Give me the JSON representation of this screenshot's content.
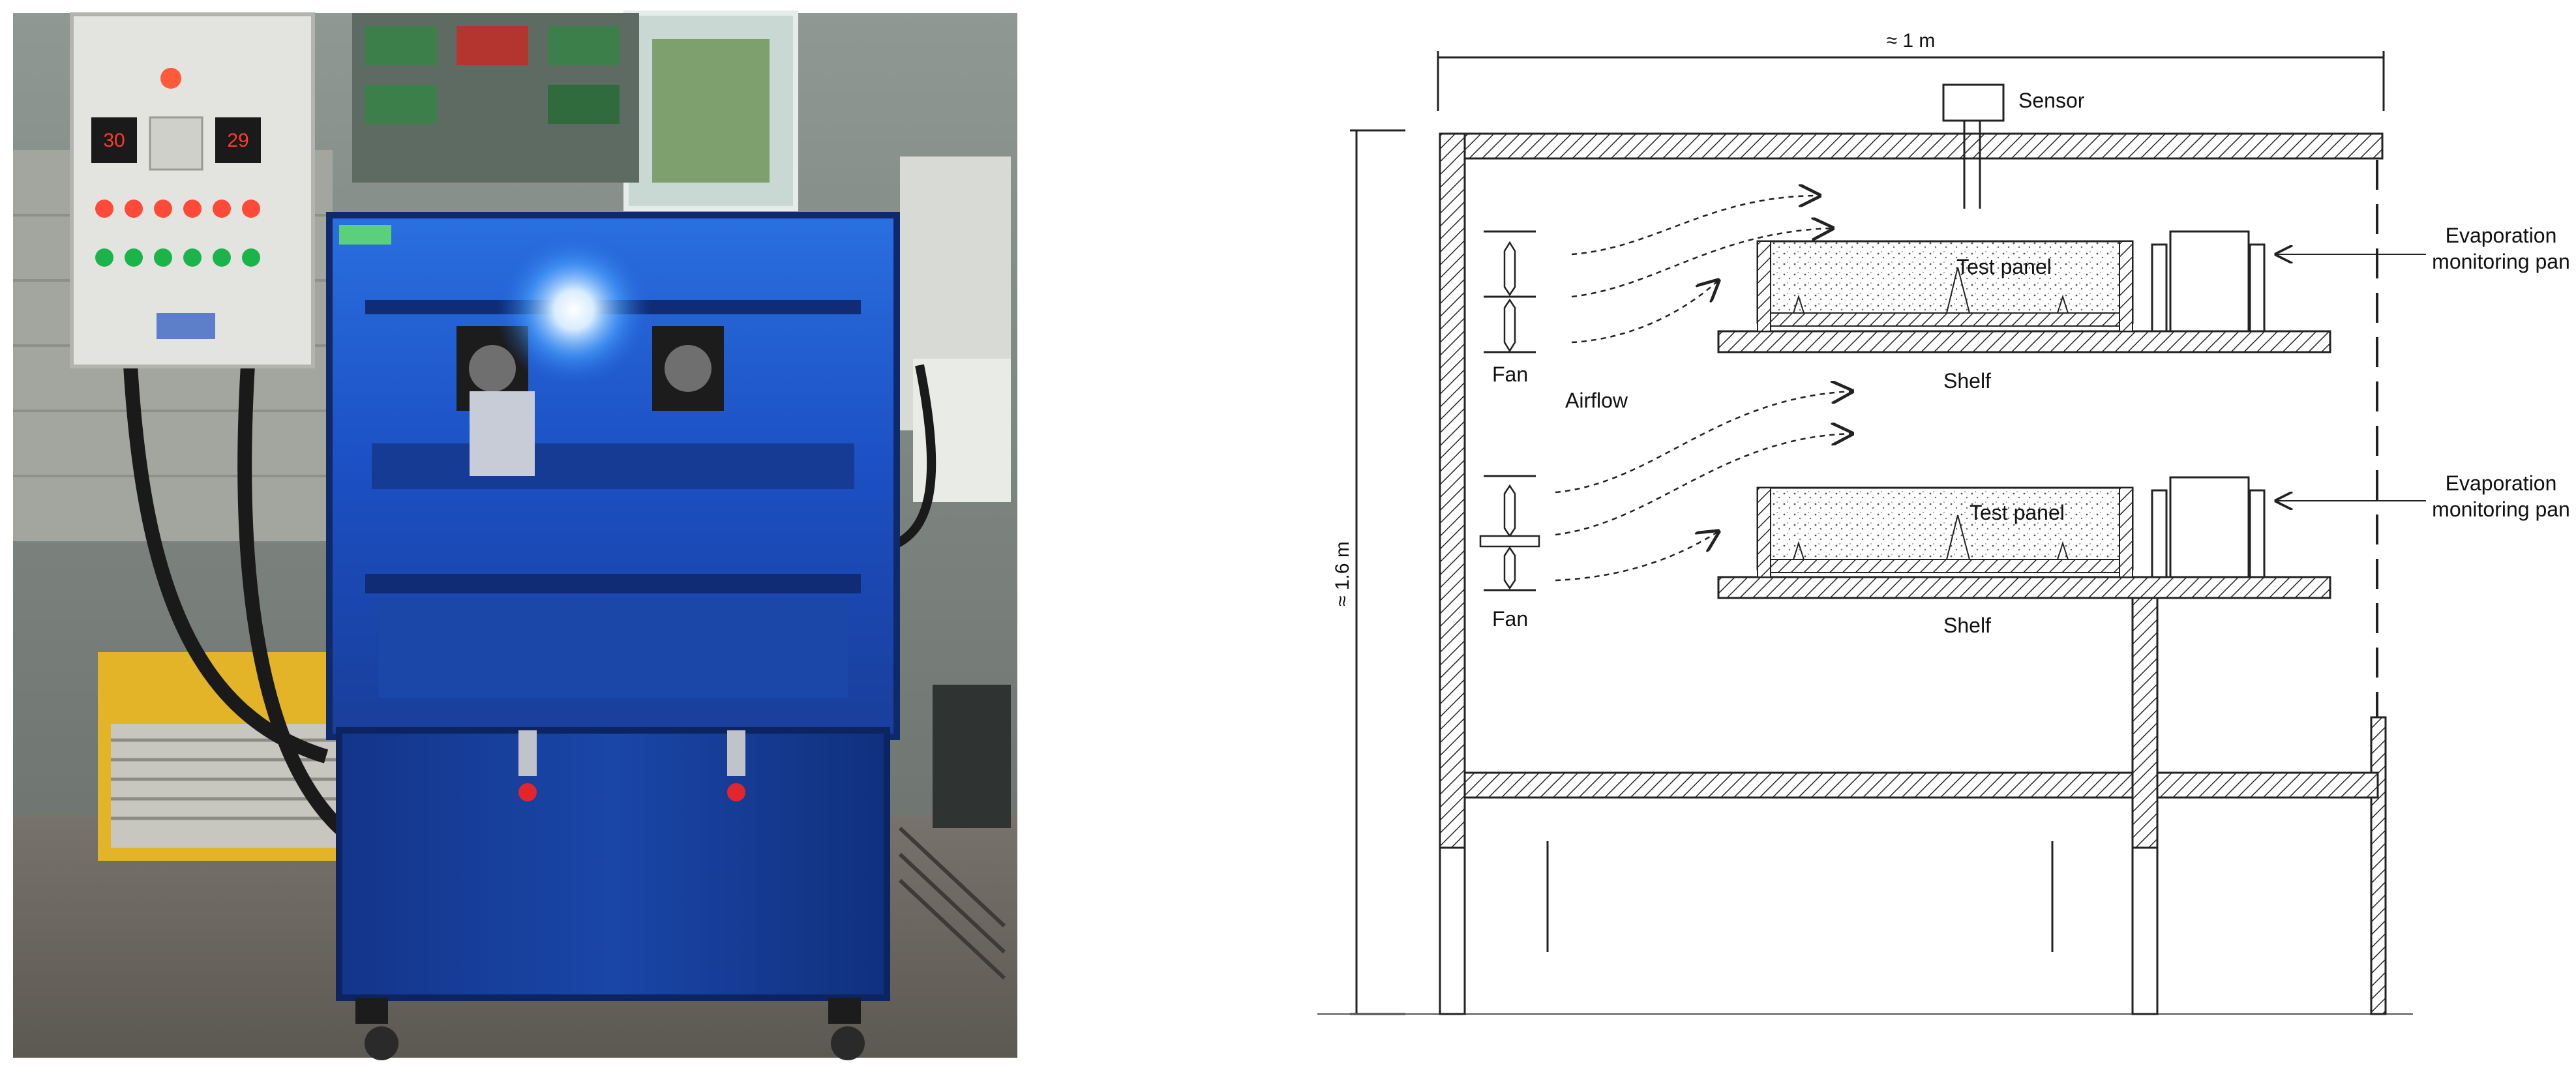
{
  "photo": {
    "subject": "environmental test chamber photograph",
    "controller_displays": [
      "30",
      "29"
    ]
  },
  "diagram": {
    "top_dimension": "≈ 1 m",
    "side_dimension": "≈ 1.6 m",
    "labels": {
      "sensor": "Sensor",
      "airflow": "Airflow",
      "fan_top": "Fan",
      "fan_bottom": "Fan",
      "test_panel_top": "Test panel",
      "test_panel_bottom": "Test panel",
      "shelf_top": "Shelf",
      "shelf_bottom": "Shelf",
      "evap_top_line1": "Evaporation",
      "evap_top_line2": "monitoring pan",
      "evap_bottom_line1": "Evaporation",
      "evap_bottom_line2": "monitoring pan"
    }
  }
}
